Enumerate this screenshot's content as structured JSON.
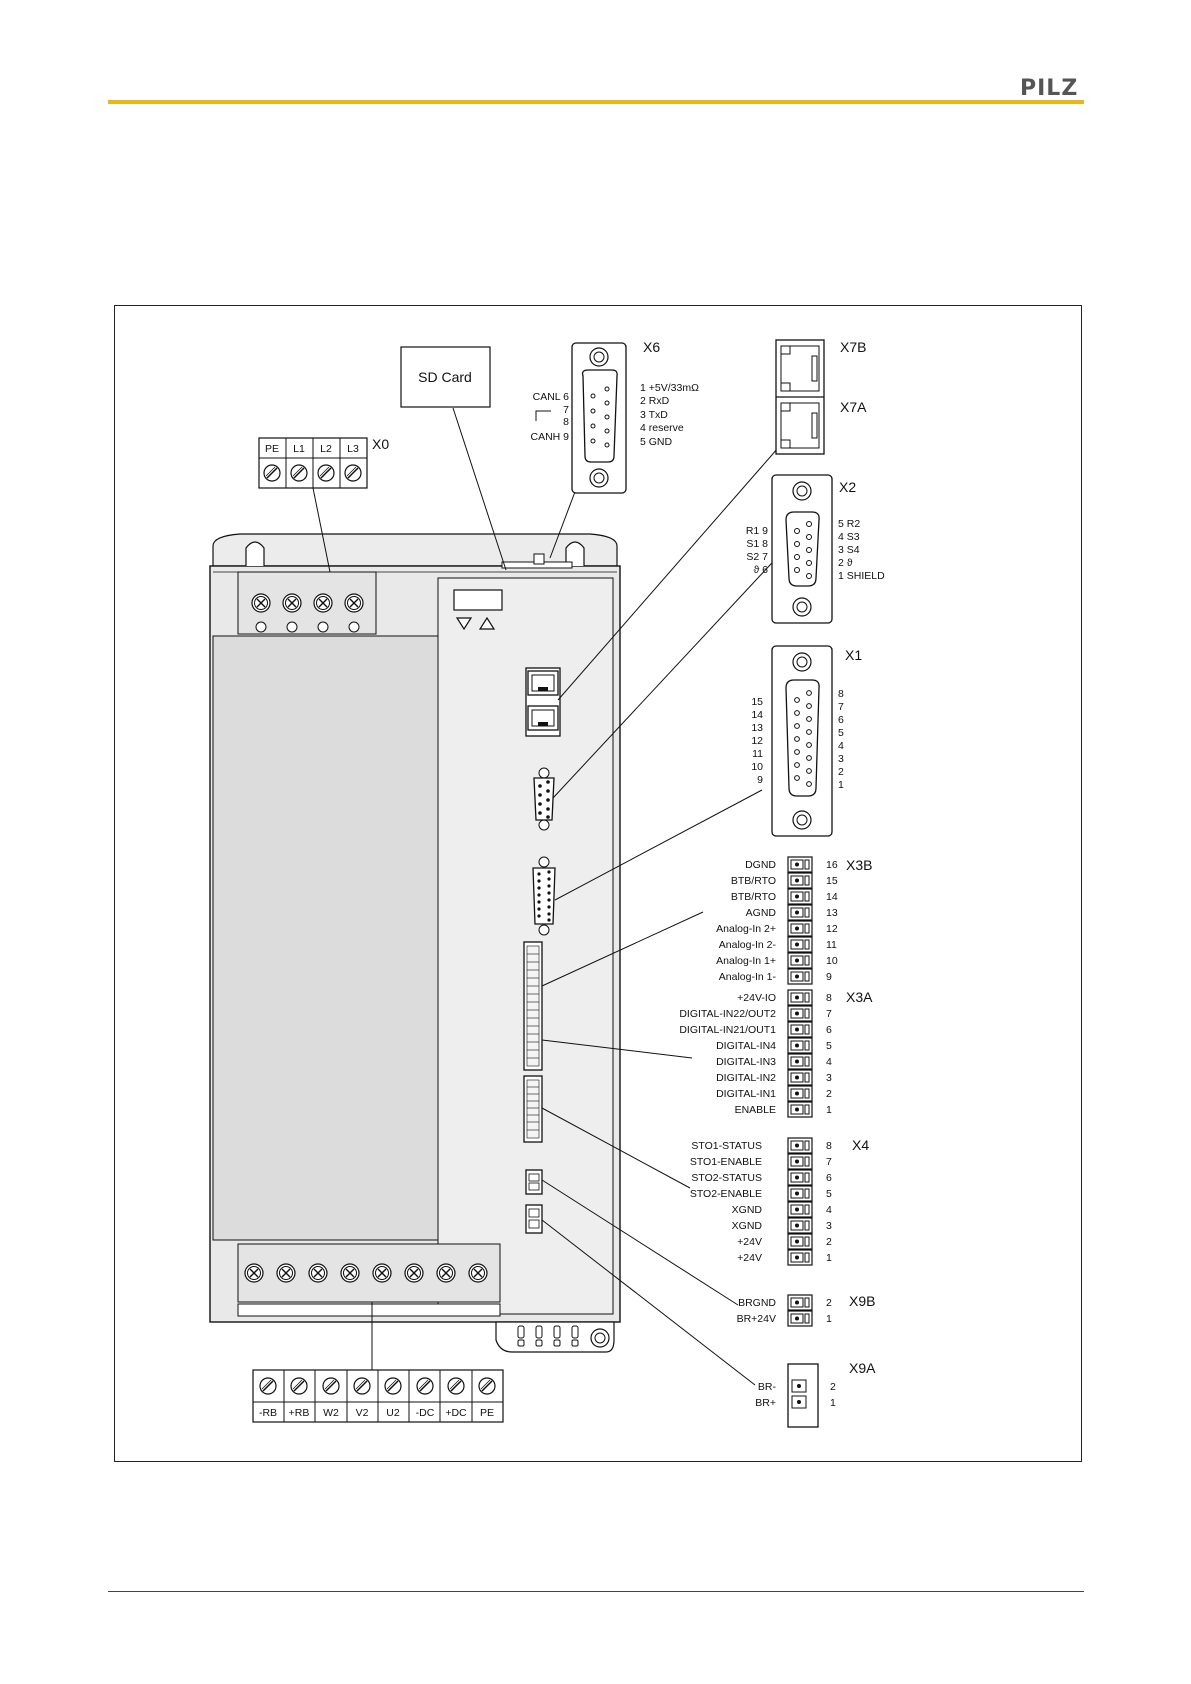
{
  "header": {
    "logo": "PILZ"
  },
  "sd_card": {
    "label": "SD Card"
  },
  "x0": {
    "title": "X0",
    "terminals": [
      "PE",
      "L1",
      "L2",
      "L3"
    ]
  },
  "x6": {
    "title": "X6",
    "left_pins": [
      "CANL 6",
      "7",
      "8",
      "CANH 9"
    ],
    "right_pins": [
      "1  +5V/33mΩ",
      "2  RxD",
      "3  TxD",
      "4  reserve",
      "5  GND"
    ]
  },
  "x7b": {
    "title": "X7B"
  },
  "x7a": {
    "title": "X7A"
  },
  "x2": {
    "title": "X2",
    "left_pins": [
      "R1 9",
      "S1 8",
      "S2 7",
      "ϑ 6"
    ],
    "right_pins": [
      "5  R2",
      "4  S3",
      "3  S4",
      "2  ϑ",
      "1  SHIELD"
    ]
  },
  "x1": {
    "title": "X1",
    "left_pins": [
      "15",
      "14",
      "13",
      "12",
      "11",
      "10",
      "9"
    ],
    "right_pins": [
      "8",
      "7",
      "6",
      "5",
      "4",
      "3",
      "2",
      "1"
    ]
  },
  "x3b": {
    "title": "X3B",
    "signals": [
      "DGND",
      "BTB/RTO",
      "BTB/RTO",
      "AGND",
      "Analog-In  2+",
      "Analog-In  2-",
      "Analog-In  1+",
      "Analog-In  1-"
    ],
    "pins": [
      "16",
      "15",
      "14",
      "13",
      "12",
      "11",
      "10",
      "9"
    ]
  },
  "x3a": {
    "title": "X3A",
    "signals": [
      "+24V-IO",
      "DIGITAL-IN22/OUT2",
      "DIGITAL-IN21/OUT1",
      "DIGITAL-IN4",
      "DIGITAL-IN3",
      "DIGITAL-IN2",
      "DIGITAL-IN1",
      "ENABLE"
    ],
    "pins": [
      "8",
      "7",
      "6",
      "5",
      "4",
      "3",
      "2",
      "1"
    ]
  },
  "x4": {
    "title": "X4",
    "signals": [
      "STO1-STATUS",
      "STO1-ENABLE",
      "STO2-STATUS",
      "STO2-ENABLE",
      "XGND",
      "XGND",
      "+24V",
      "+24V"
    ],
    "pins": [
      "8",
      "7",
      "6",
      "5",
      "4",
      "3",
      "2",
      "1"
    ]
  },
  "x9b": {
    "title": "X9B",
    "signals": [
      "BRGND",
      "BR+24V"
    ],
    "pins": [
      "2",
      "1"
    ]
  },
  "x9a": {
    "title": "X9A",
    "signals": [
      "BR-",
      "BR+"
    ],
    "pins": [
      "2",
      "1"
    ]
  },
  "bottom_terminals": {
    "labels": [
      "-RB",
      "+RB",
      "W2",
      "V2",
      "U2",
      "-DC",
      "+DC",
      "PE"
    ]
  }
}
